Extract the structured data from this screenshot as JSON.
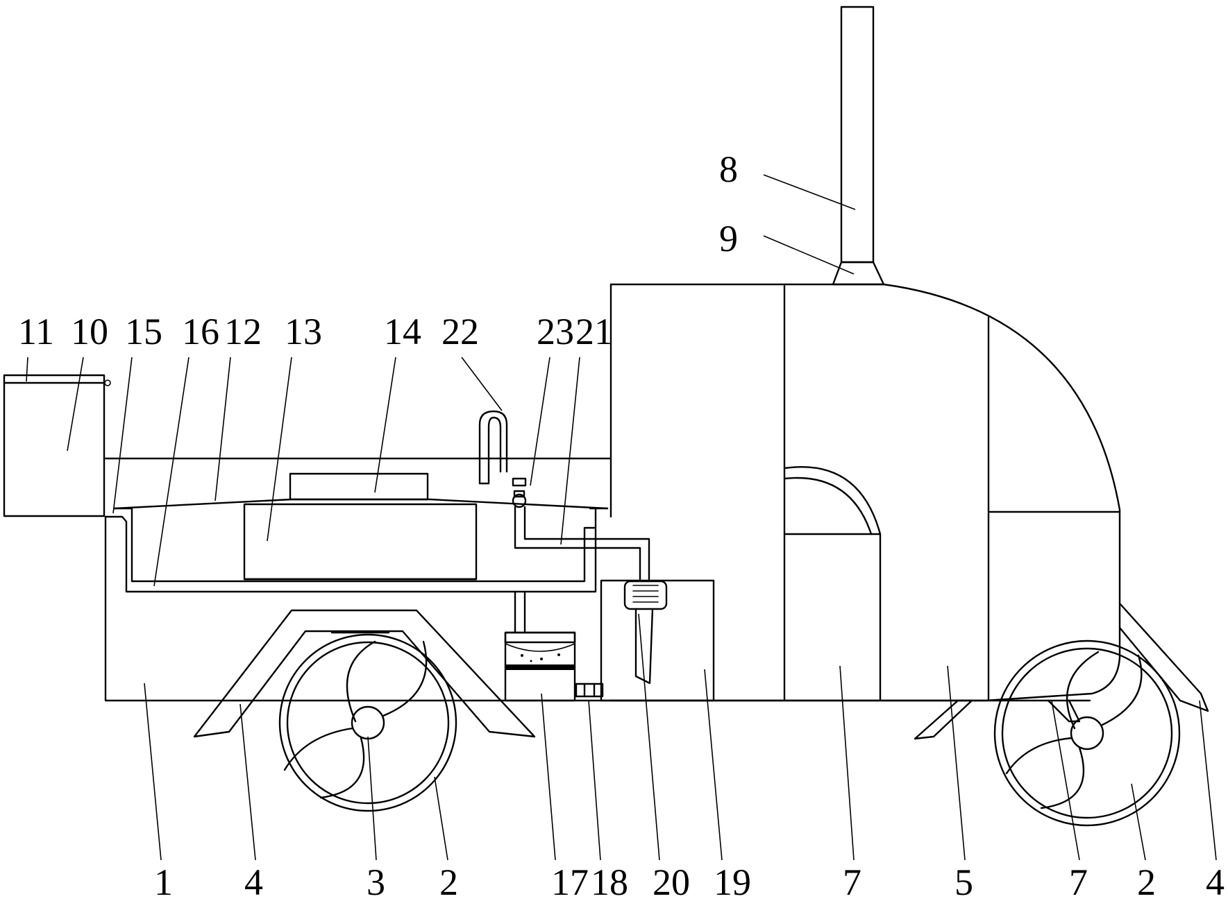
{
  "figure": {
    "top_labels": [
      "11",
      "10",
      "15",
      "16",
      "12",
      "13",
      "14",
      "22",
      "23",
      "21"
    ],
    "right_labels": [
      "8",
      "9"
    ],
    "bottom_labels": [
      "1",
      "4",
      "3",
      "2",
      "17",
      "18",
      "20",
      "19",
      "7",
      "5",
      "7",
      "2",
      "4"
    ]
  }
}
